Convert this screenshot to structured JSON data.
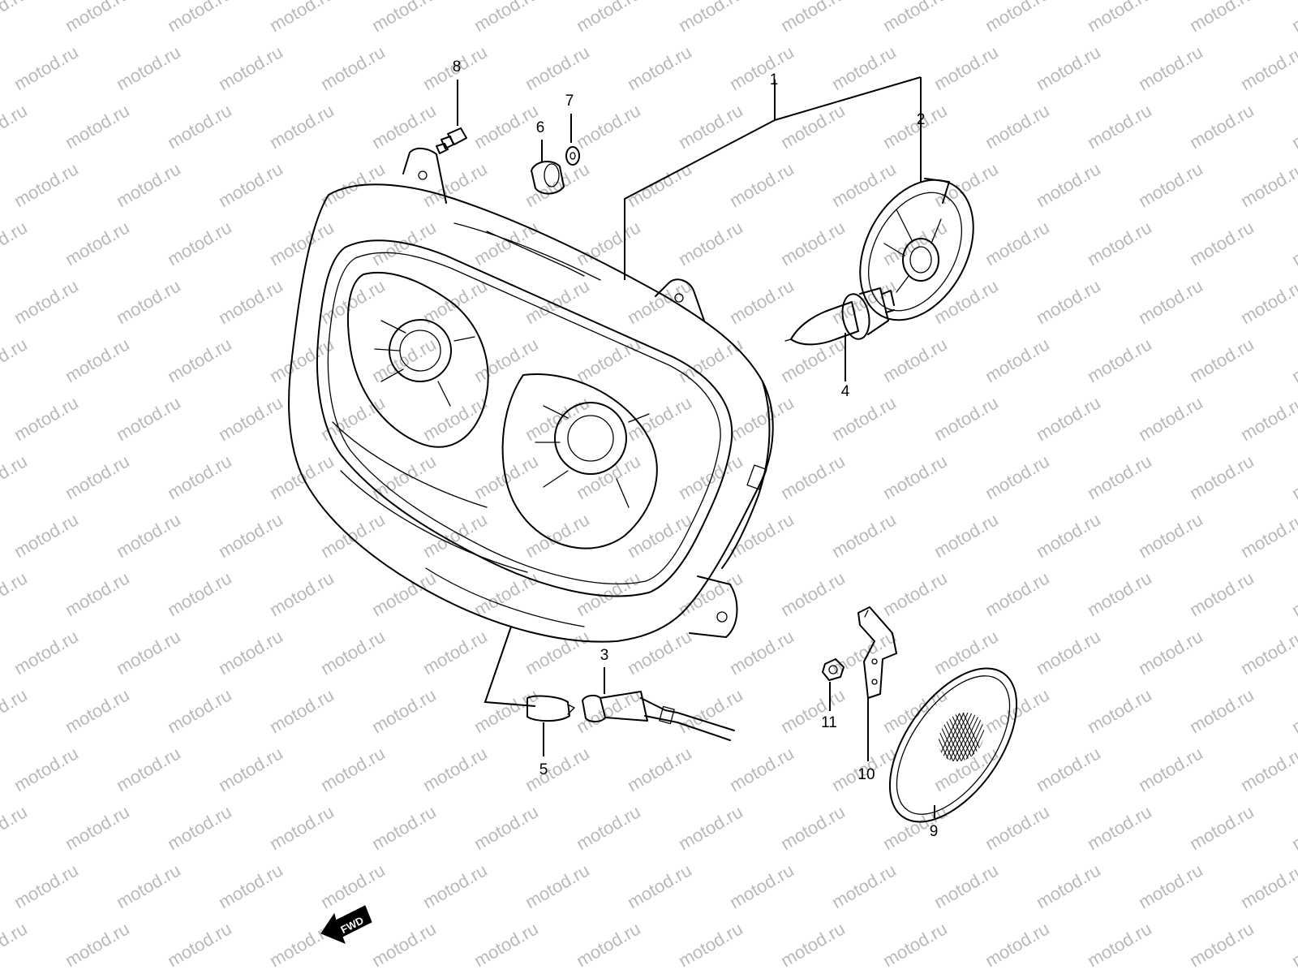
{
  "watermark": {
    "text": "motod.ru",
    "color": "#b9b9b9"
  },
  "diagram": {
    "callouts": [
      {
        "id": "1",
        "label": "1"
      },
      {
        "id": "2",
        "label": "2"
      },
      {
        "id": "3",
        "label": "3"
      },
      {
        "id": "4",
        "label": "4"
      },
      {
        "id": "5",
        "label": "5"
      },
      {
        "id": "6",
        "label": "6"
      },
      {
        "id": "7",
        "label": "7"
      },
      {
        "id": "8",
        "label": "8"
      },
      {
        "id": "9",
        "label": "9"
      },
      {
        "id": "10",
        "label": "10"
      },
      {
        "id": "11",
        "label": "11"
      }
    ],
    "direction_badge": {
      "label": "FWD",
      "icon": "fwd-arrow-icon"
    }
  }
}
